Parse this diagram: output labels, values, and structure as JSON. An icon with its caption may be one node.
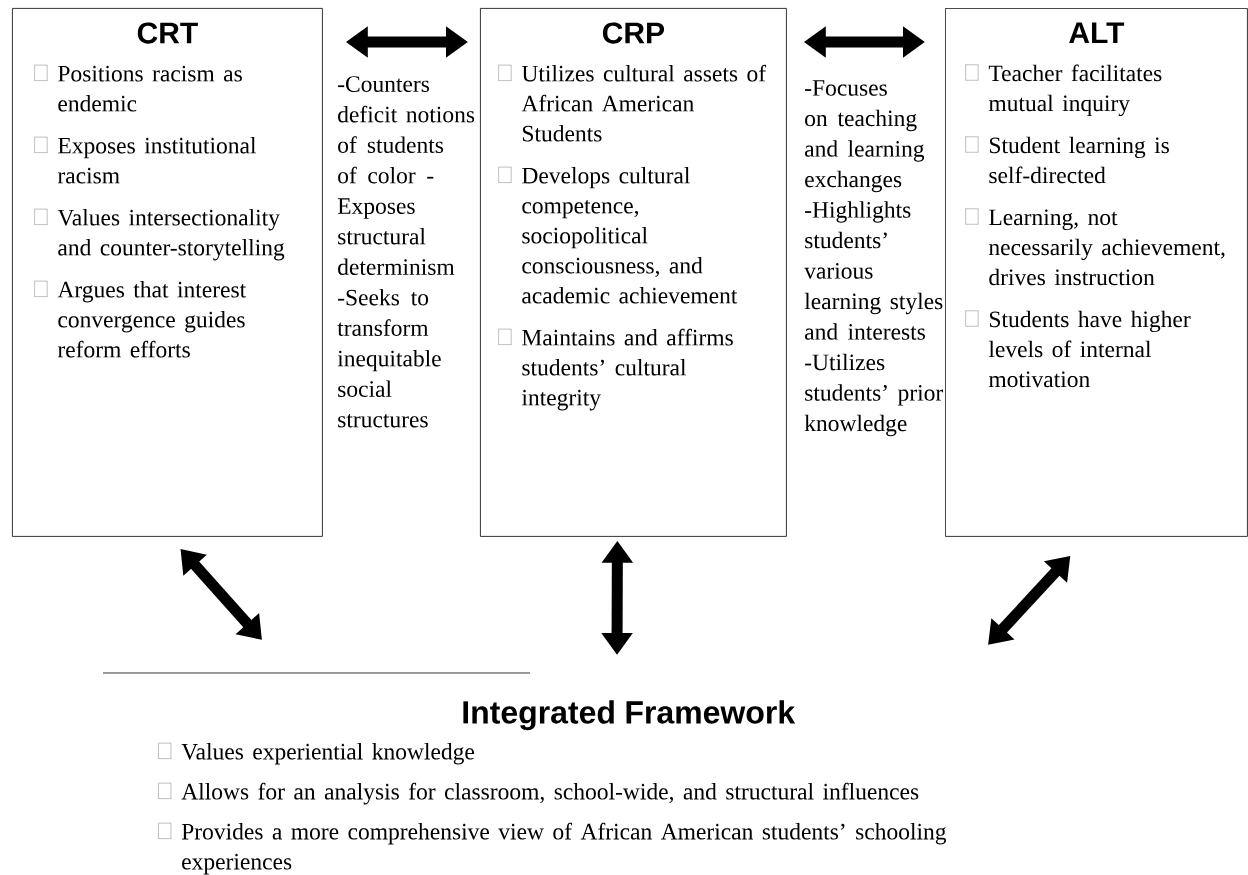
{
  "diagram": {
    "nodes": [
      {
        "text": [
          "CRT",
          "Positions racism as endemic",
          "Exposes institutional racism",
          "Values intersectionality and counter-storytelling",
          "Argues that interest convergence guides reform efforts"
        ]
      },
      {
        "text": [
          "CRP",
          "Utilizes cultural assets of African American Students",
          "Develops cultural competence, sociopolitical consciousness, and academic achievement",
          "Maintains and affirms students’ cultural integrity"
        ]
      },
      {
        "text": [
          "ALT",
          "Teacher facilitates mutual inquiry",
          "Student learning is self-directed",
          "Learning, not necessarily achievement, drives instruction",
          "Students have higher levels of internal motivation"
        ]
      },
      {
        "text": [
          "Integrated Framework",
          "Values experiential knowledge",
          "Allows for an analysis for classroom, school-wide, and structural influences",
          "Provides a more comprehensive view of African American students’ schooling experiences"
        ]
      }
    ],
    "edges": [
      {
        "from": 0,
        "to": 1,
        "arrow": "both",
        "label": "-Counters deficit notions of students of color -Exposes structural determinism -Seeks to transform inequitable social structures"
      },
      {
        "from": 1,
        "to": 2,
        "arrow": "both",
        "label": "-Focuses on teaching and learning exchanges -Highlights students’ various learning styles and interests -Utilizes students’ prior knowledge"
      },
      {
        "from": 0,
        "to": 3,
        "arrow": "both"
      },
      {
        "from": 1,
        "to": 3,
        "arrow": "both"
      },
      {
        "from": 2,
        "to": 3,
        "arrow": "both"
      }
    ]
  }
}
